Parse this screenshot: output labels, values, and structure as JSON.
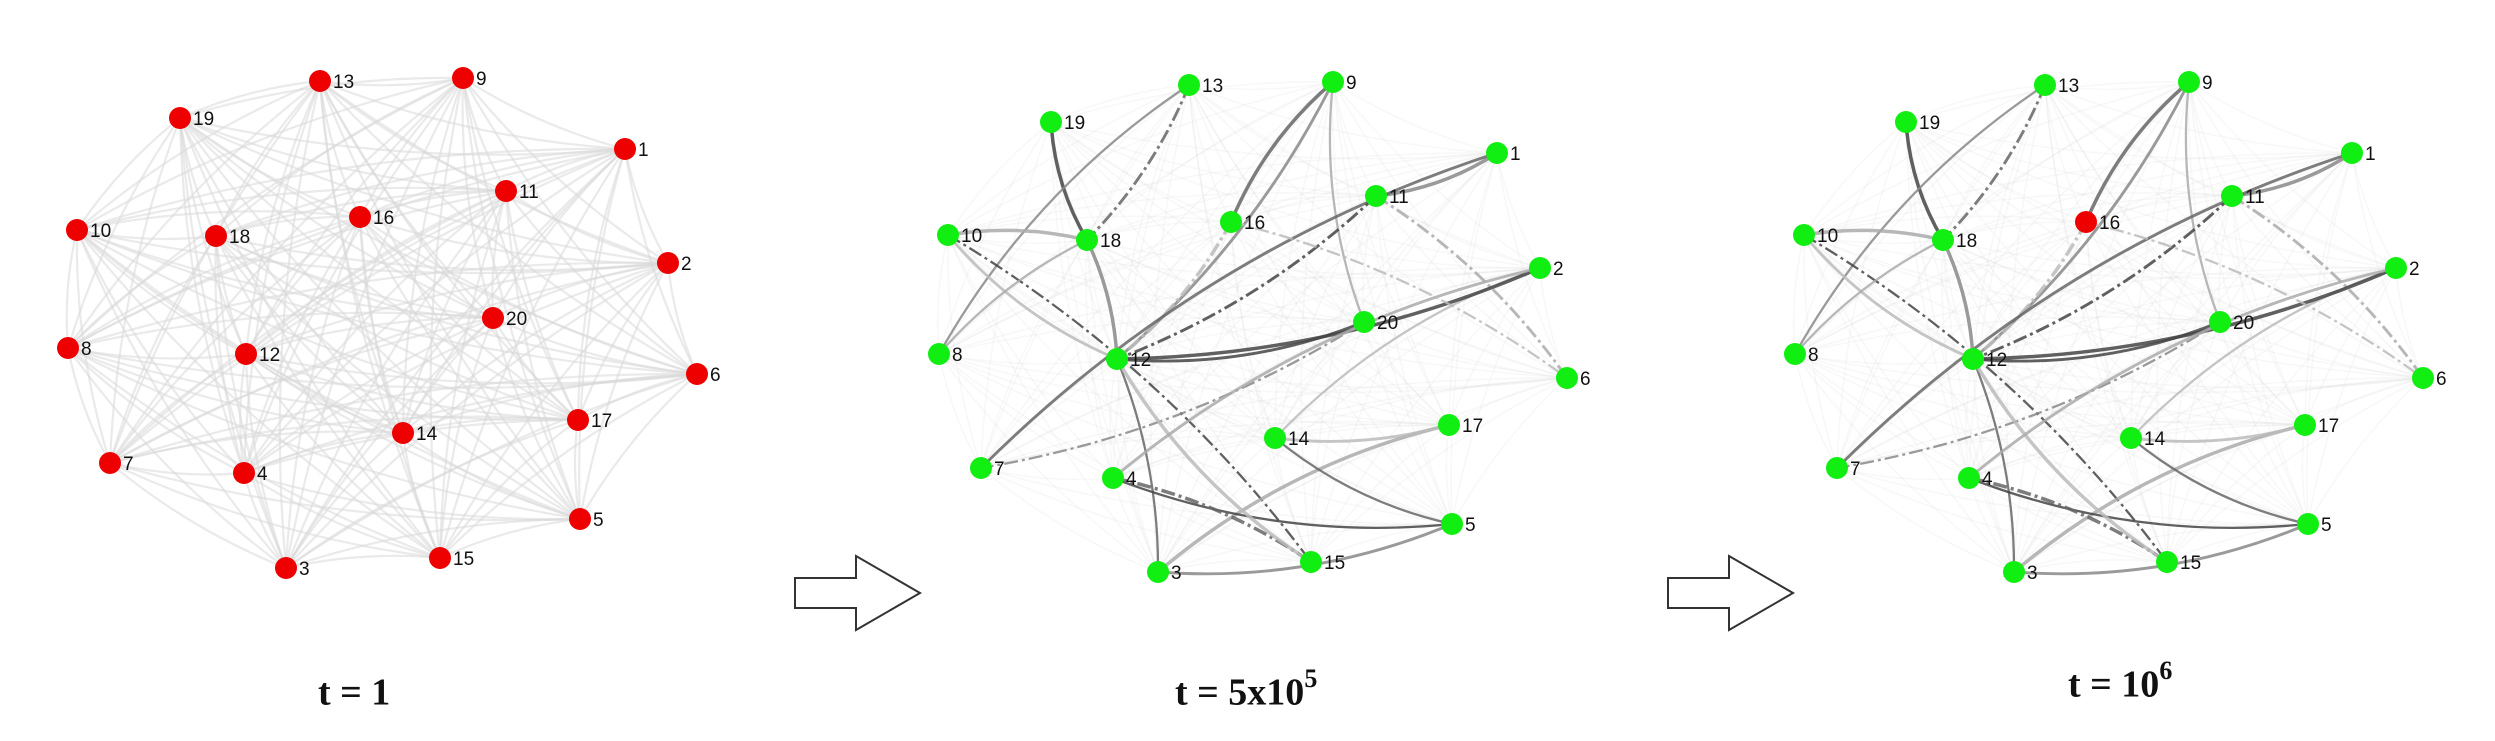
{
  "colors": {
    "initial_node": "#ee0000",
    "converged_node": "#11ee11",
    "edge_dense": "#d9d9d9",
    "edge_strong": "#555555",
    "arrow_stroke": "#333333"
  },
  "panels": [
    {
      "id": "t1",
      "time_label": {
        "prefix": "t = 1",
        "exp": ""
      },
      "nodes": [
        {
          "id": "13",
          "state": "initial"
        },
        {
          "id": "9",
          "state": "initial"
        },
        {
          "id": "19",
          "state": "initial"
        },
        {
          "id": "1",
          "state": "initial"
        },
        {
          "id": "11",
          "state": "initial"
        },
        {
          "id": "16",
          "state": "initial"
        },
        {
          "id": "10",
          "state": "initial"
        },
        {
          "id": "18",
          "state": "initial"
        },
        {
          "id": "2",
          "state": "initial"
        },
        {
          "id": "20",
          "state": "initial"
        },
        {
          "id": "8",
          "state": "initial"
        },
        {
          "id": "12",
          "state": "initial"
        },
        {
          "id": "6",
          "state": "initial"
        },
        {
          "id": "17",
          "state": "initial"
        },
        {
          "id": "14",
          "state": "initial"
        },
        {
          "id": "7",
          "state": "initial"
        },
        {
          "id": "4",
          "state": "initial"
        },
        {
          "id": "5",
          "state": "initial"
        },
        {
          "id": "15",
          "state": "initial"
        },
        {
          "id": "3",
          "state": "initial"
        }
      ]
    },
    {
      "id": "t5e5",
      "time_label": {
        "prefix": "t = 5x10",
        "exp": "5"
      },
      "nodes": [
        {
          "id": "13",
          "state": "converged"
        },
        {
          "id": "9",
          "state": "converged"
        },
        {
          "id": "19",
          "state": "converged"
        },
        {
          "id": "1",
          "state": "converged"
        },
        {
          "id": "11",
          "state": "converged"
        },
        {
          "id": "16",
          "state": "converged"
        },
        {
          "id": "10",
          "state": "converged"
        },
        {
          "id": "18",
          "state": "converged"
        },
        {
          "id": "2",
          "state": "converged"
        },
        {
          "id": "20",
          "state": "converged"
        },
        {
          "id": "8",
          "state": "converged"
        },
        {
          "id": "12",
          "state": "converged"
        },
        {
          "id": "6",
          "state": "converged"
        },
        {
          "id": "17",
          "state": "converged"
        },
        {
          "id": "14",
          "state": "converged"
        },
        {
          "id": "7",
          "state": "converged"
        },
        {
          "id": "4",
          "state": "converged"
        },
        {
          "id": "5",
          "state": "converged"
        },
        {
          "id": "15",
          "state": "converged"
        },
        {
          "id": "3",
          "state": "converged"
        }
      ]
    },
    {
      "id": "t1e6",
      "time_label": {
        "prefix": "t =  10",
        "exp": "6"
      },
      "nodes": [
        {
          "id": "13",
          "state": "converged"
        },
        {
          "id": "9",
          "state": "converged"
        },
        {
          "id": "19",
          "state": "converged"
        },
        {
          "id": "1",
          "state": "converged"
        },
        {
          "id": "11",
          "state": "converged"
        },
        {
          "id": "16",
          "state": "initial"
        },
        {
          "id": "10",
          "state": "converged"
        },
        {
          "id": "18",
          "state": "converged"
        },
        {
          "id": "2",
          "state": "converged"
        },
        {
          "id": "20",
          "state": "converged"
        },
        {
          "id": "8",
          "state": "converged"
        },
        {
          "id": "12",
          "state": "converged"
        },
        {
          "id": "6",
          "state": "converged"
        },
        {
          "id": "17",
          "state": "converged"
        },
        {
          "id": "14",
          "state": "converged"
        },
        {
          "id": "7",
          "state": "converged"
        },
        {
          "id": "4",
          "state": "converged"
        },
        {
          "id": "5",
          "state": "converged"
        },
        {
          "id": "15",
          "state": "converged"
        },
        {
          "id": "3",
          "state": "converged"
        }
      ]
    }
  ],
  "strong_edges": [
    [
      "19",
      "18"
    ],
    [
      "13",
      "18"
    ],
    [
      "13",
      "8"
    ],
    [
      "10",
      "18"
    ],
    [
      "10",
      "12"
    ],
    [
      "10",
      "15"
    ],
    [
      "9",
      "16"
    ],
    [
      "9",
      "12"
    ],
    [
      "9",
      "20"
    ],
    [
      "16",
      "12"
    ],
    [
      "12",
      "20"
    ],
    [
      "12",
      "3"
    ],
    [
      "11",
      "1"
    ],
    [
      "11",
      "6"
    ],
    [
      "2",
      "14"
    ],
    [
      "2",
      "12"
    ],
    [
      "1",
      "7"
    ],
    [
      "20",
      "7"
    ],
    [
      "17",
      "3"
    ],
    [
      "17",
      "14"
    ],
    [
      "4",
      "5"
    ],
    [
      "4",
      "15"
    ],
    [
      "3",
      "5"
    ],
    [
      "8",
      "18"
    ],
    [
      "12",
      "15"
    ],
    [
      "11",
      "12"
    ],
    [
      "14",
      "5"
    ],
    [
      "18",
      "12"
    ],
    [
      "2",
      "4"
    ],
    [
      "16",
      "6"
    ]
  ]
}
